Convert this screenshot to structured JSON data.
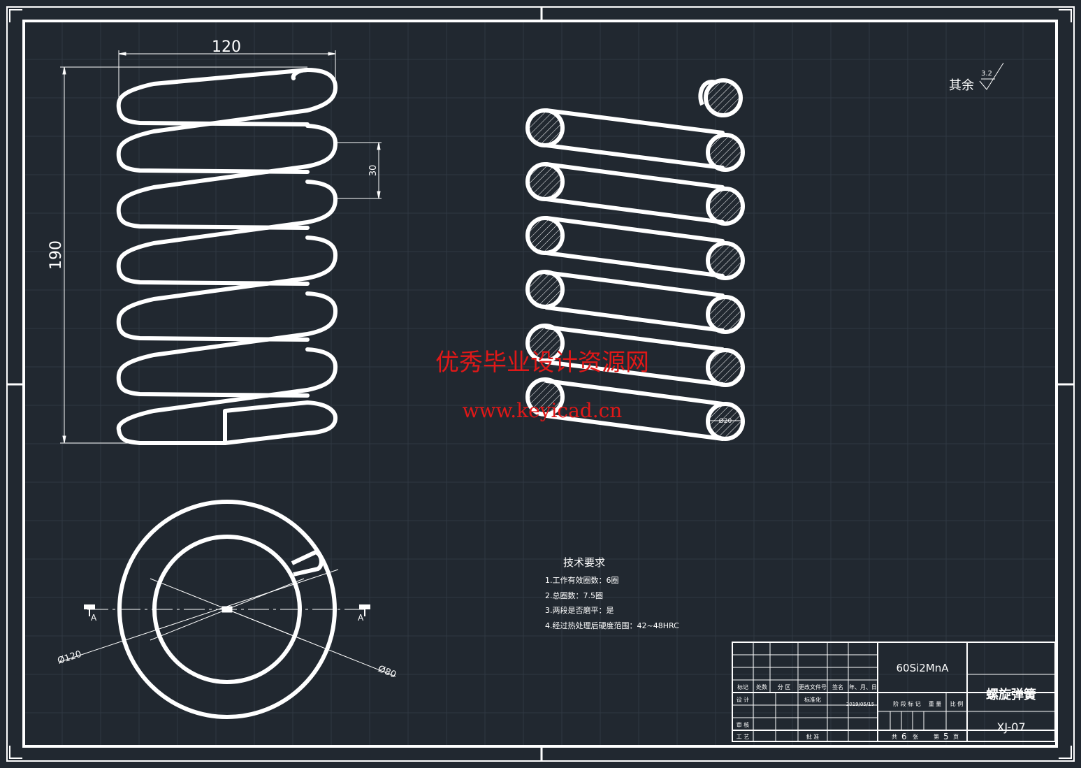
{
  "colors": {
    "background": "#212830",
    "grid": "#2f3842",
    "line": "#ffffff",
    "watermark": "#e01818"
  },
  "dimensions": {
    "width_top": "120",
    "height_left": "190",
    "pitch": "30",
    "wire_dia": "Ø20",
    "outer_dia": "Ø120",
    "inner_dia": "Ø80",
    "section_mark": "A"
  },
  "roughness": {
    "label": "其余",
    "value": "3.2"
  },
  "tech_requirements": {
    "title": "技术要求",
    "items": [
      "1.工作有效圈数：6圈",
      "2.总圈数：7.5圈",
      "3.两段是否磨平：是",
      "4.经过热处理后硬度范围：42~48HRC"
    ]
  },
  "title_block": {
    "material": "60Si2MnA",
    "part_name": "螺旋弹簧",
    "drawing_no": "XJ-07",
    "headers": [
      "标记",
      "处数",
      "分 区",
      "更改文件号",
      "签名",
      "年、月、日"
    ],
    "design_label": "设 计",
    "std_label": "标准化",
    "date": "2019/05/15",
    "stage_headers": [
      "阶 段 标 记",
      "重 量",
      "比 例"
    ],
    "review_label": "审 核",
    "process_label": "工 艺",
    "approve_label": "批 准",
    "total_label": "共",
    "total_sheets": "6",
    "sheet_word": "张",
    "sheet_label": "第",
    "sheet_no": "5",
    "page_word": "页"
  },
  "watermark": {
    "line1": "优秀毕业设计资源网",
    "line2": "www.keyicad.cn"
  }
}
